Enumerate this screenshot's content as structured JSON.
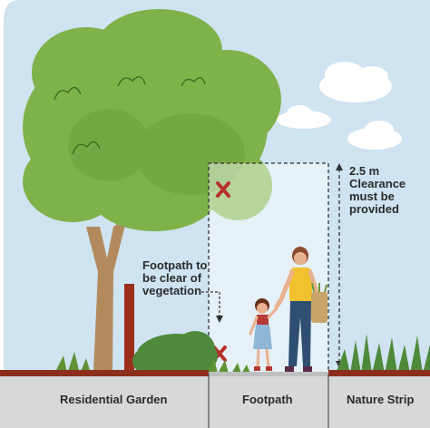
{
  "labels": {
    "clearance": "2.5 m Clearance must be provided",
    "footpath_note": "Footpath to be clear of vegetation",
    "ground_residential": "Residential Garden",
    "ground_footpath": "Footpath",
    "ground_nature": "Nature Strip"
  },
  "colors": {
    "sky": "#cfe3f1",
    "foliage": "#7fb24a",
    "foliage_dark": "#5f9233",
    "trunk": "#b38a5c",
    "post": "#9a2f1c",
    "ground_strip": "#d7d8d8",
    "grass": "#4f8a3a",
    "cross_mark": "#b5312a",
    "clearance_zone": "rgba(255,255,255,0.45)",
    "woman_shirt": "#f2c12e",
    "woman_jeans": "#2f4f72",
    "girl_dress": "#8fb6d6",
    "girl_top": "#b53a34"
  },
  "icons": [
    "cross-mark-icon",
    "arrow-icon"
  ]
}
